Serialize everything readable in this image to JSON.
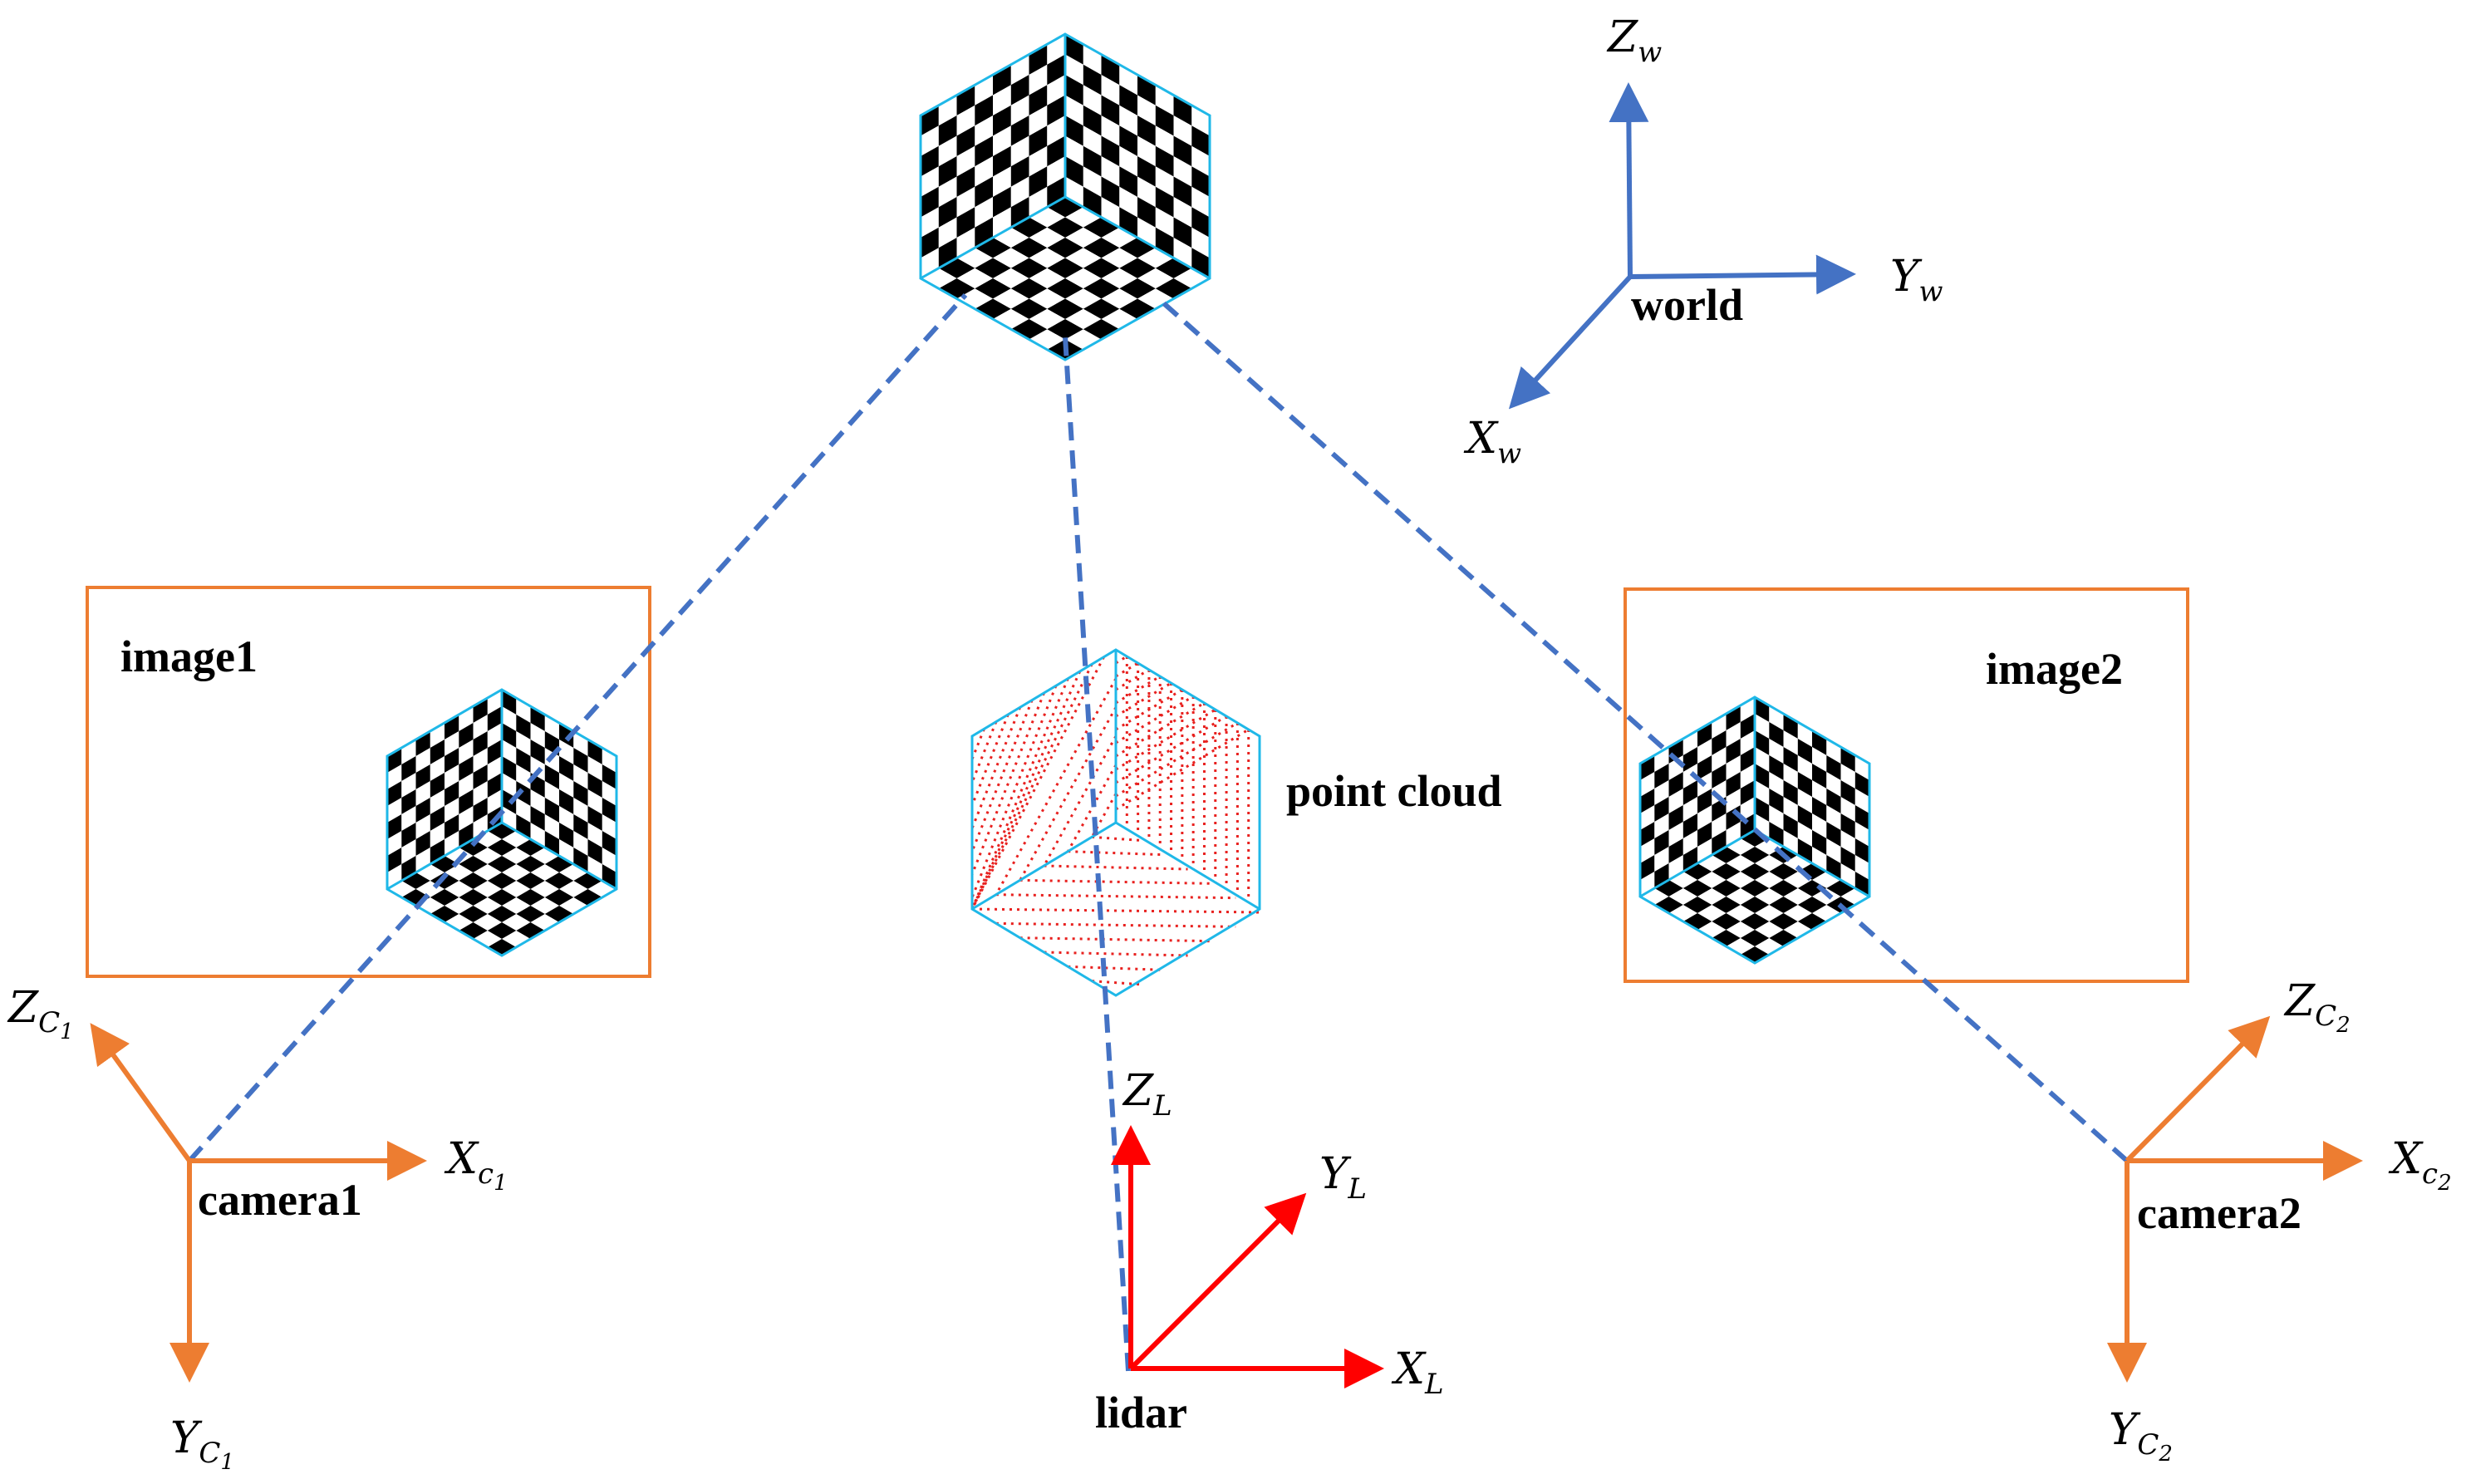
{
  "labels": {
    "world": "world",
    "image1": "image1",
    "image2": "image2",
    "point_cloud": "point cloud",
    "camera1": "camera1",
    "camera2": "camera2",
    "lidar": "lidar"
  },
  "axes": {
    "world": {
      "z": {
        "main": "Z",
        "sub": "w"
      },
      "y": {
        "main": "Y",
        "sub": "w"
      },
      "x": {
        "main": "X",
        "sub": "w"
      }
    },
    "camera1": {
      "z": {
        "main": "Z",
        "sub": "C",
        "subsub": "1"
      },
      "x": {
        "main": "X",
        "sub": "c",
        "subsub": "1"
      },
      "y": {
        "main": "Y",
        "sub": "C",
        "subsub": "1"
      }
    },
    "camera2": {
      "z": {
        "main": "Z",
        "sub": "C",
        "subsub": "2"
      },
      "x": {
        "main": "X",
        "sub": "c",
        "subsub": "2"
      },
      "y": {
        "main": "Y",
        "sub": "C",
        "subsub": "2"
      }
    },
    "lidar": {
      "z": {
        "main": "Z",
        "sub": "L"
      },
      "y": {
        "main": "Y",
        "sub": "L"
      },
      "x": {
        "main": "X",
        "sub": "L"
      }
    }
  },
  "colors": {
    "world_axes": "#4472C4",
    "camera_axes": "#ED7D31",
    "lidar_axes": "#FF0000",
    "image_frame": "#ED7D31",
    "projection_lines": "#4472C4",
    "cube_outline": "#1FB8E8",
    "point_cloud_dots": "#E8211F",
    "checker_dark": "#000000",
    "checker_light": "#ffffff"
  },
  "icons": {
    "main_cube": "checkerboard-cube-icon",
    "image1_cube": "checkerboard-cube-icon",
    "image2_cube": "checkerboard-cube-icon",
    "point_cloud_cube": "point-cloud-cube-icon"
  }
}
